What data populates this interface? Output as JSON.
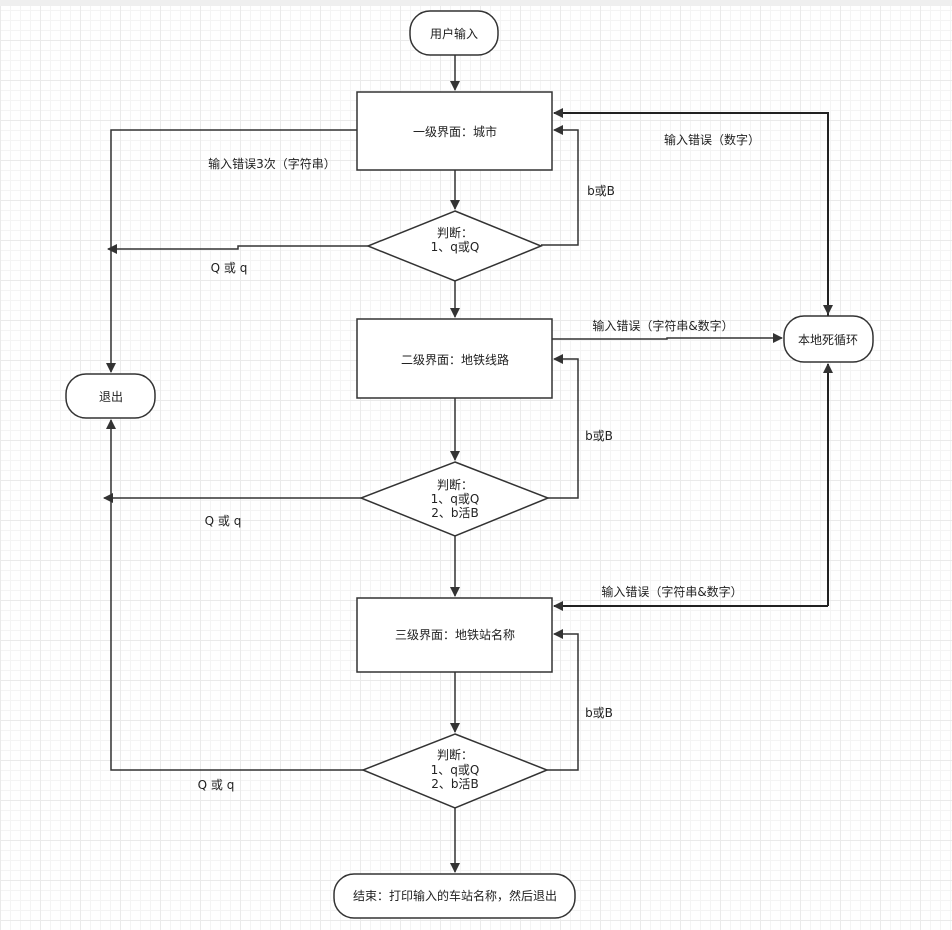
{
  "nodes": {
    "start": "用户输入",
    "level1": "一级界面：城市",
    "judge1_title": "判断：",
    "judge1_line1": "1、q或Q",
    "level2": "二级界面：地铁线路",
    "judge2_title": "判断：",
    "judge2_line1": "1、q或Q",
    "judge2_line2": "2、b活B",
    "level3": "三级界面：地铁站名称",
    "judge3_title": "判断：",
    "judge3_line1": "1、q或Q",
    "judge3_line2": "2、b活B",
    "end": "结束：打印输入的车站名称，然后退出",
    "exit": "退出",
    "loop": "本地死循环"
  },
  "edge_labels": {
    "error3": "输入错误3次（字符串）",
    "q1": "Q  或  q",
    "q2": "Q  或  q",
    "q3": "Q  或  q",
    "b1": "b或B",
    "b2": "b或B",
    "b3": "b或B",
    "err_num": "输入错误（数字）",
    "err_str_num_1": "输入错误（字符串&数字）",
    "err_str_num_2": "输入错误（字符串&数字）"
  }
}
